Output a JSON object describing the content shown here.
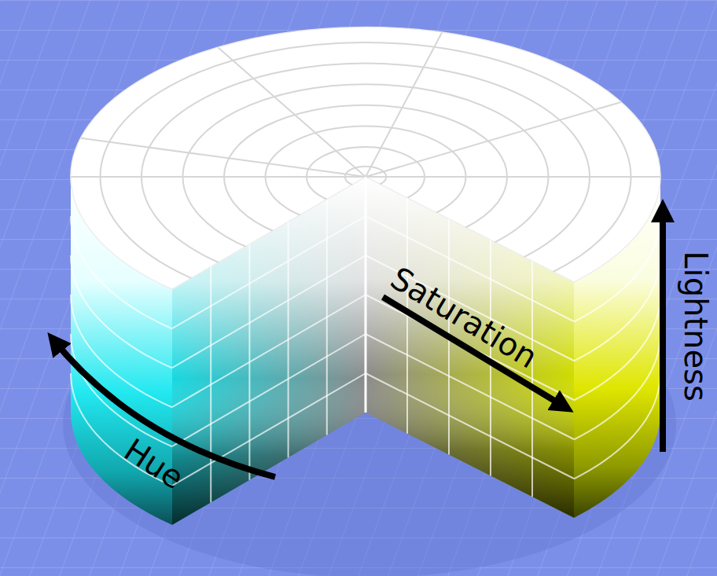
{
  "diagram": {
    "labels": [
      "Hue",
      "Saturation",
      "Lightness"
    ]
  }
}
